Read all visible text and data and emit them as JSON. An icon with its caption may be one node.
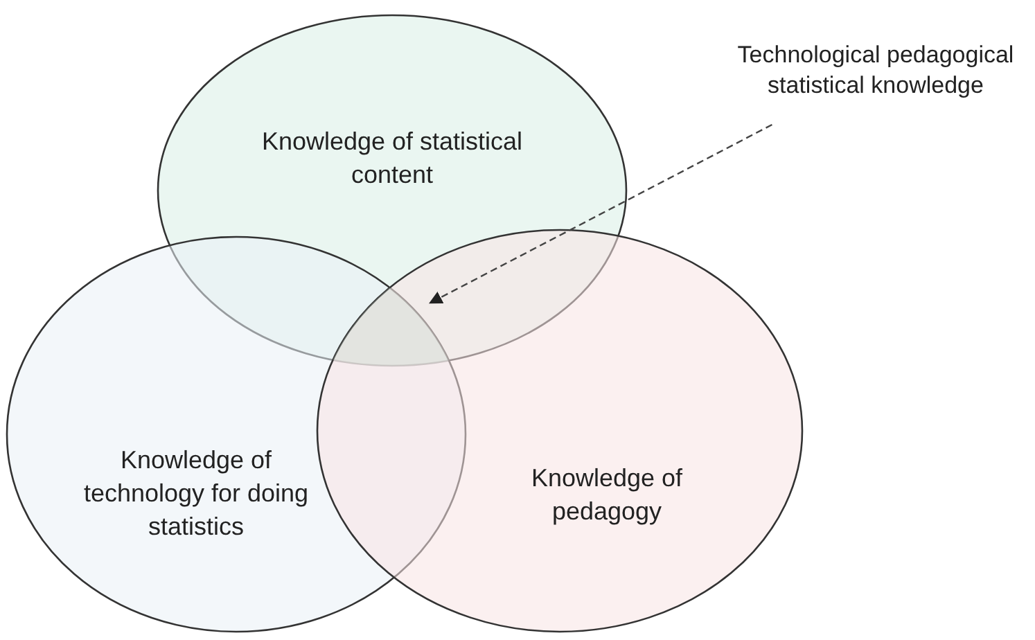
{
  "diagram": {
    "nodes": [
      {
        "text": [
          "Knowledge of statistical content"
        ]
      },
      {
        "text": [
          "Knowledge of technology for doing statistics"
        ]
      },
      {
        "text": [
          "Knowledge of pedagogy"
        ]
      },
      {
        "text": [
          "Technological pedagogical statistical knowledge"
        ]
      },
      {
        "text": [],
        "shape": "region"
      }
    ],
    "edges": [
      {
        "from": 3,
        "to": 4,
        "arrow": "to",
        "style": "dashed"
      }
    ]
  }
}
